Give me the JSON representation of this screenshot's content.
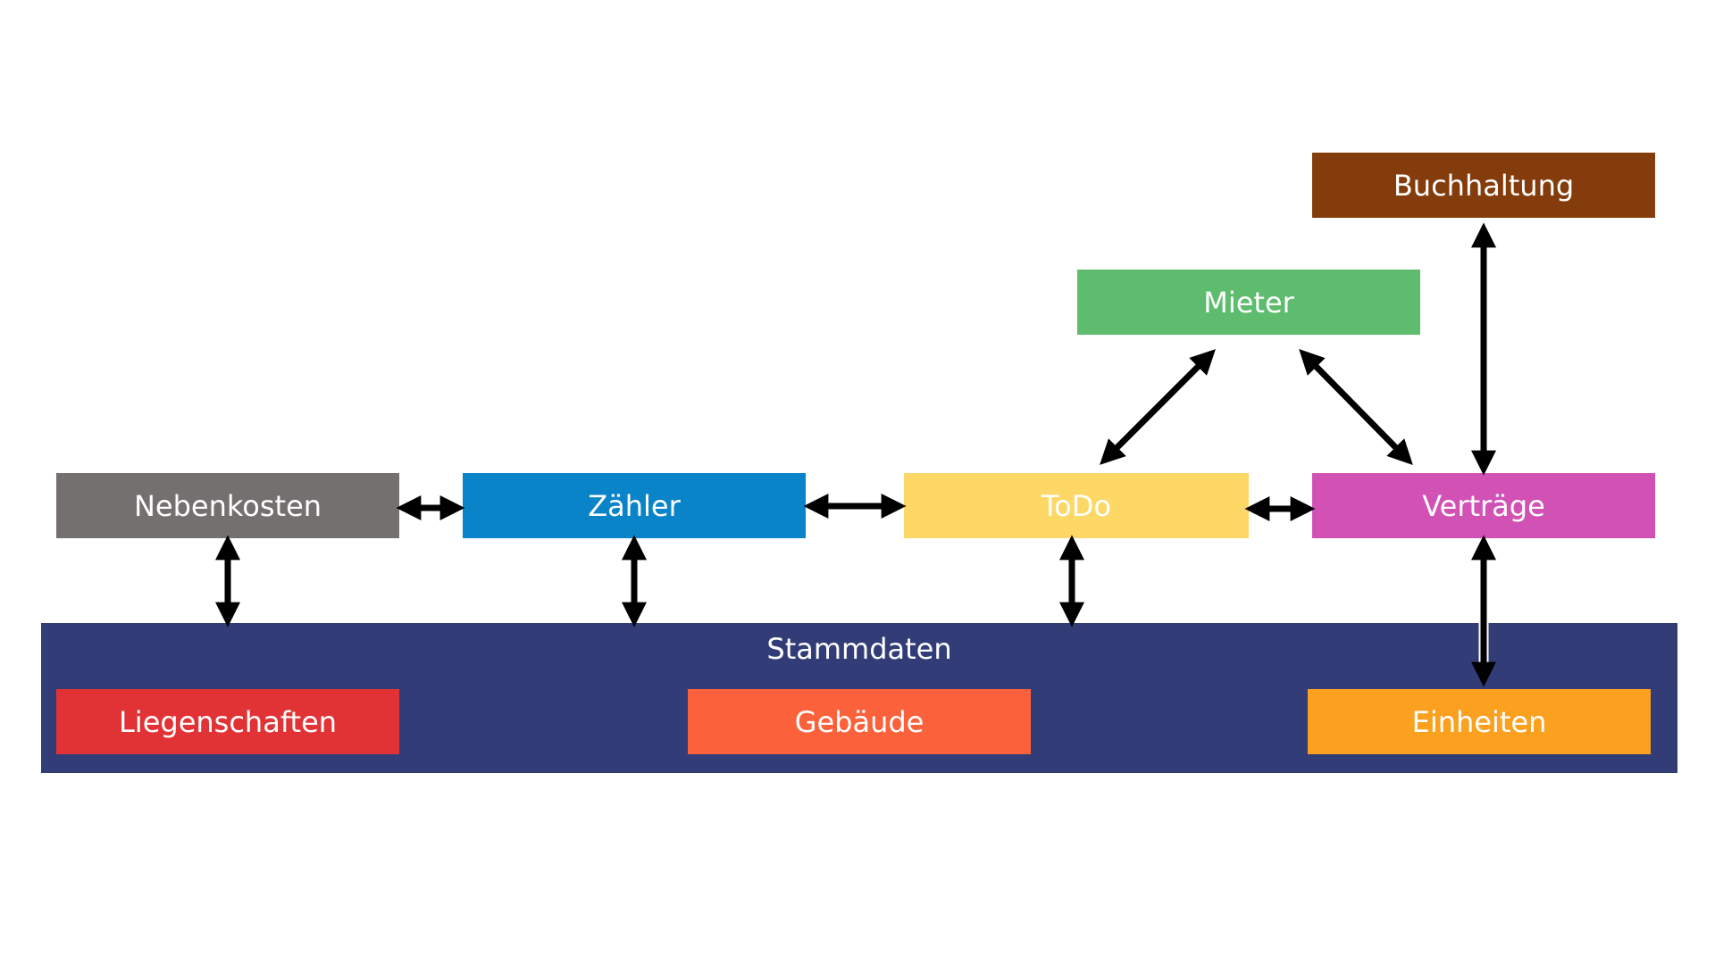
{
  "colors": {
    "buchhaltung": "#843C0C",
    "mieter": "#5DBC6E",
    "nebenkosten": "#747070",
    "zaehler": "#0984C8",
    "todo": "#FDD867",
    "vertraege": "#D151B5",
    "stammdaten": "#323D78",
    "liegenschaften": "#E13336",
    "gebaeude": "#FB613A",
    "einheiten": "#FCA020",
    "arrow": "#000000"
  },
  "nodes": {
    "buchhaltung": "Buchhaltung",
    "mieter": "Mieter",
    "nebenkosten": "Nebenkosten",
    "zaehler": "Zähler",
    "todo": "ToDo",
    "vertraege": "Verträge",
    "stammdaten": "Stammdaten",
    "liegenschaften": "Liegenschaften",
    "gebaeude": "Gebäude",
    "einheiten": "Einheiten"
  },
  "edges": [
    {
      "from": "nebenkosten",
      "to": "zaehler",
      "direction": "both"
    },
    {
      "from": "zaehler",
      "to": "todo",
      "direction": "both"
    },
    {
      "from": "todo",
      "to": "vertraege",
      "direction": "both"
    },
    {
      "from": "todo",
      "to": "mieter",
      "direction": "both"
    },
    {
      "from": "mieter",
      "to": "vertraege",
      "direction": "both"
    },
    {
      "from": "vertraege",
      "to": "buchhaltung",
      "direction": "both"
    },
    {
      "from": "nebenkosten",
      "to": "stammdaten",
      "direction": "both"
    },
    {
      "from": "zaehler",
      "to": "stammdaten",
      "direction": "both"
    },
    {
      "from": "todo",
      "to": "stammdaten",
      "direction": "both"
    },
    {
      "from": "vertraege",
      "to": "einheiten",
      "direction": "both"
    }
  ]
}
